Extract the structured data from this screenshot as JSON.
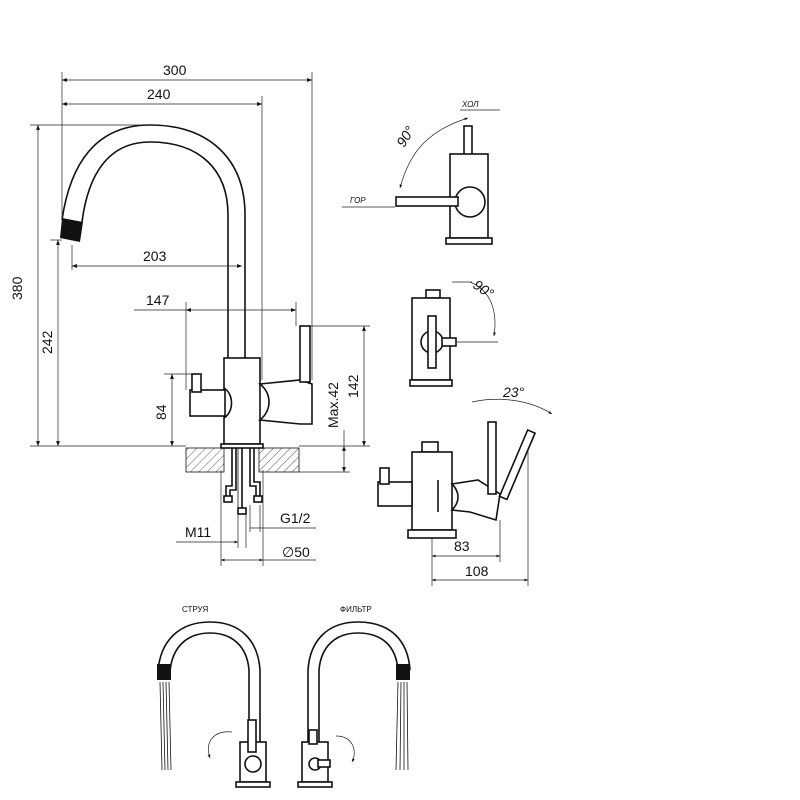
{
  "dimensions": {
    "width_300": "300",
    "width_240": "240",
    "height_380": "380",
    "reach_203": "203",
    "height_242": "242",
    "width_147": "147",
    "height_84": "84",
    "height_142": "142",
    "max_42": "Max.42",
    "thread_g12": "G1/2",
    "thread_m11": "M11",
    "diameter_50": "∅50",
    "depth_83": "83",
    "depth_108": "108"
  },
  "angles": {
    "lever_rotation": "90°",
    "filter_rotation": "90°",
    "lever_tilt": "23°"
  },
  "labels": {
    "cold": "ХОЛ",
    "hot": "ГОР",
    "stream": "СТРУЯ",
    "filter": "ФИЛЬТР"
  }
}
